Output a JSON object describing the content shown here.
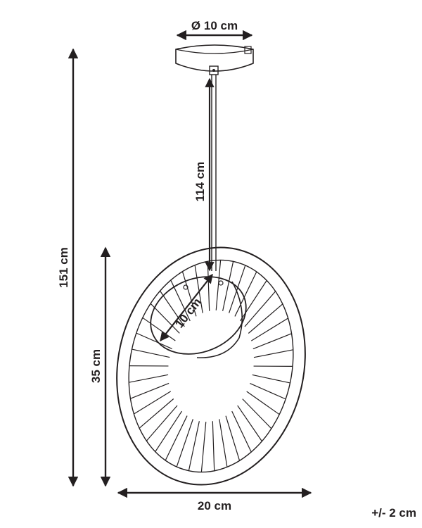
{
  "dimensions": {
    "canopy_diameter": "Ø 10 cm",
    "rod_length": "114 cm",
    "total_height": "151 cm",
    "shade_height": "35 cm",
    "shade_width": "20 cm",
    "inner_disc": "10 cm",
    "tolerance": "+/- 2 cm"
  },
  "colors": {
    "line": "#231f20",
    "background": "#ffffff"
  }
}
